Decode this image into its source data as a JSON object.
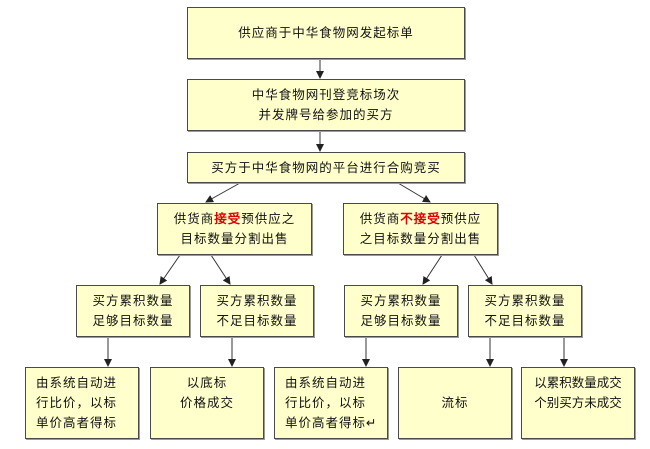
{
  "nodes": {
    "start": {
      "line1": "供应商于中华食物网发起标单"
    },
    "publish": {
      "line1": "中华食物网刊登竞标场次",
      "line2": "并发牌号给参加的买方"
    },
    "bidding": {
      "line1": "买方于中华食物网的平台进行合购竞买"
    },
    "accept": {
      "pre": "供货商",
      "highlight": "接受",
      "post": "预供应之",
      "line2": "目标数量分割出售"
    },
    "reject": {
      "pre": "供货商",
      "highlight": "不接受",
      "post": "预供应",
      "line2": "之目标数量分割出售"
    },
    "accept_enough": {
      "line1": "买方累积数量",
      "line2": "足够目标数量"
    },
    "accept_short": {
      "line1": "买方累积数量",
      "line2": "不足目标数量"
    },
    "reject_enough": {
      "line1": "买方累积数量",
      "line2": "足够目标数量"
    },
    "reject_short": {
      "line1": "买方累积数量",
      "line2": "不足目标数量"
    },
    "result1": {
      "line1": "由系统自动进",
      "line2": "行比价，以标",
      "line3": "单价高者得标"
    },
    "result2": {
      "line1": "以底标",
      "line2": "价格成交"
    },
    "result3": {
      "line1": "由系统自动进",
      "line2": "行比价，以标",
      "line3": "单价高者得标↵"
    },
    "result4": {
      "line1": "流标"
    },
    "result5": {
      "line1": "以累积数量成交",
      "line2": "个别买方未成交"
    }
  },
  "colors": {
    "box_fill": "#ffffcc",
    "highlight": "#e00000"
  }
}
